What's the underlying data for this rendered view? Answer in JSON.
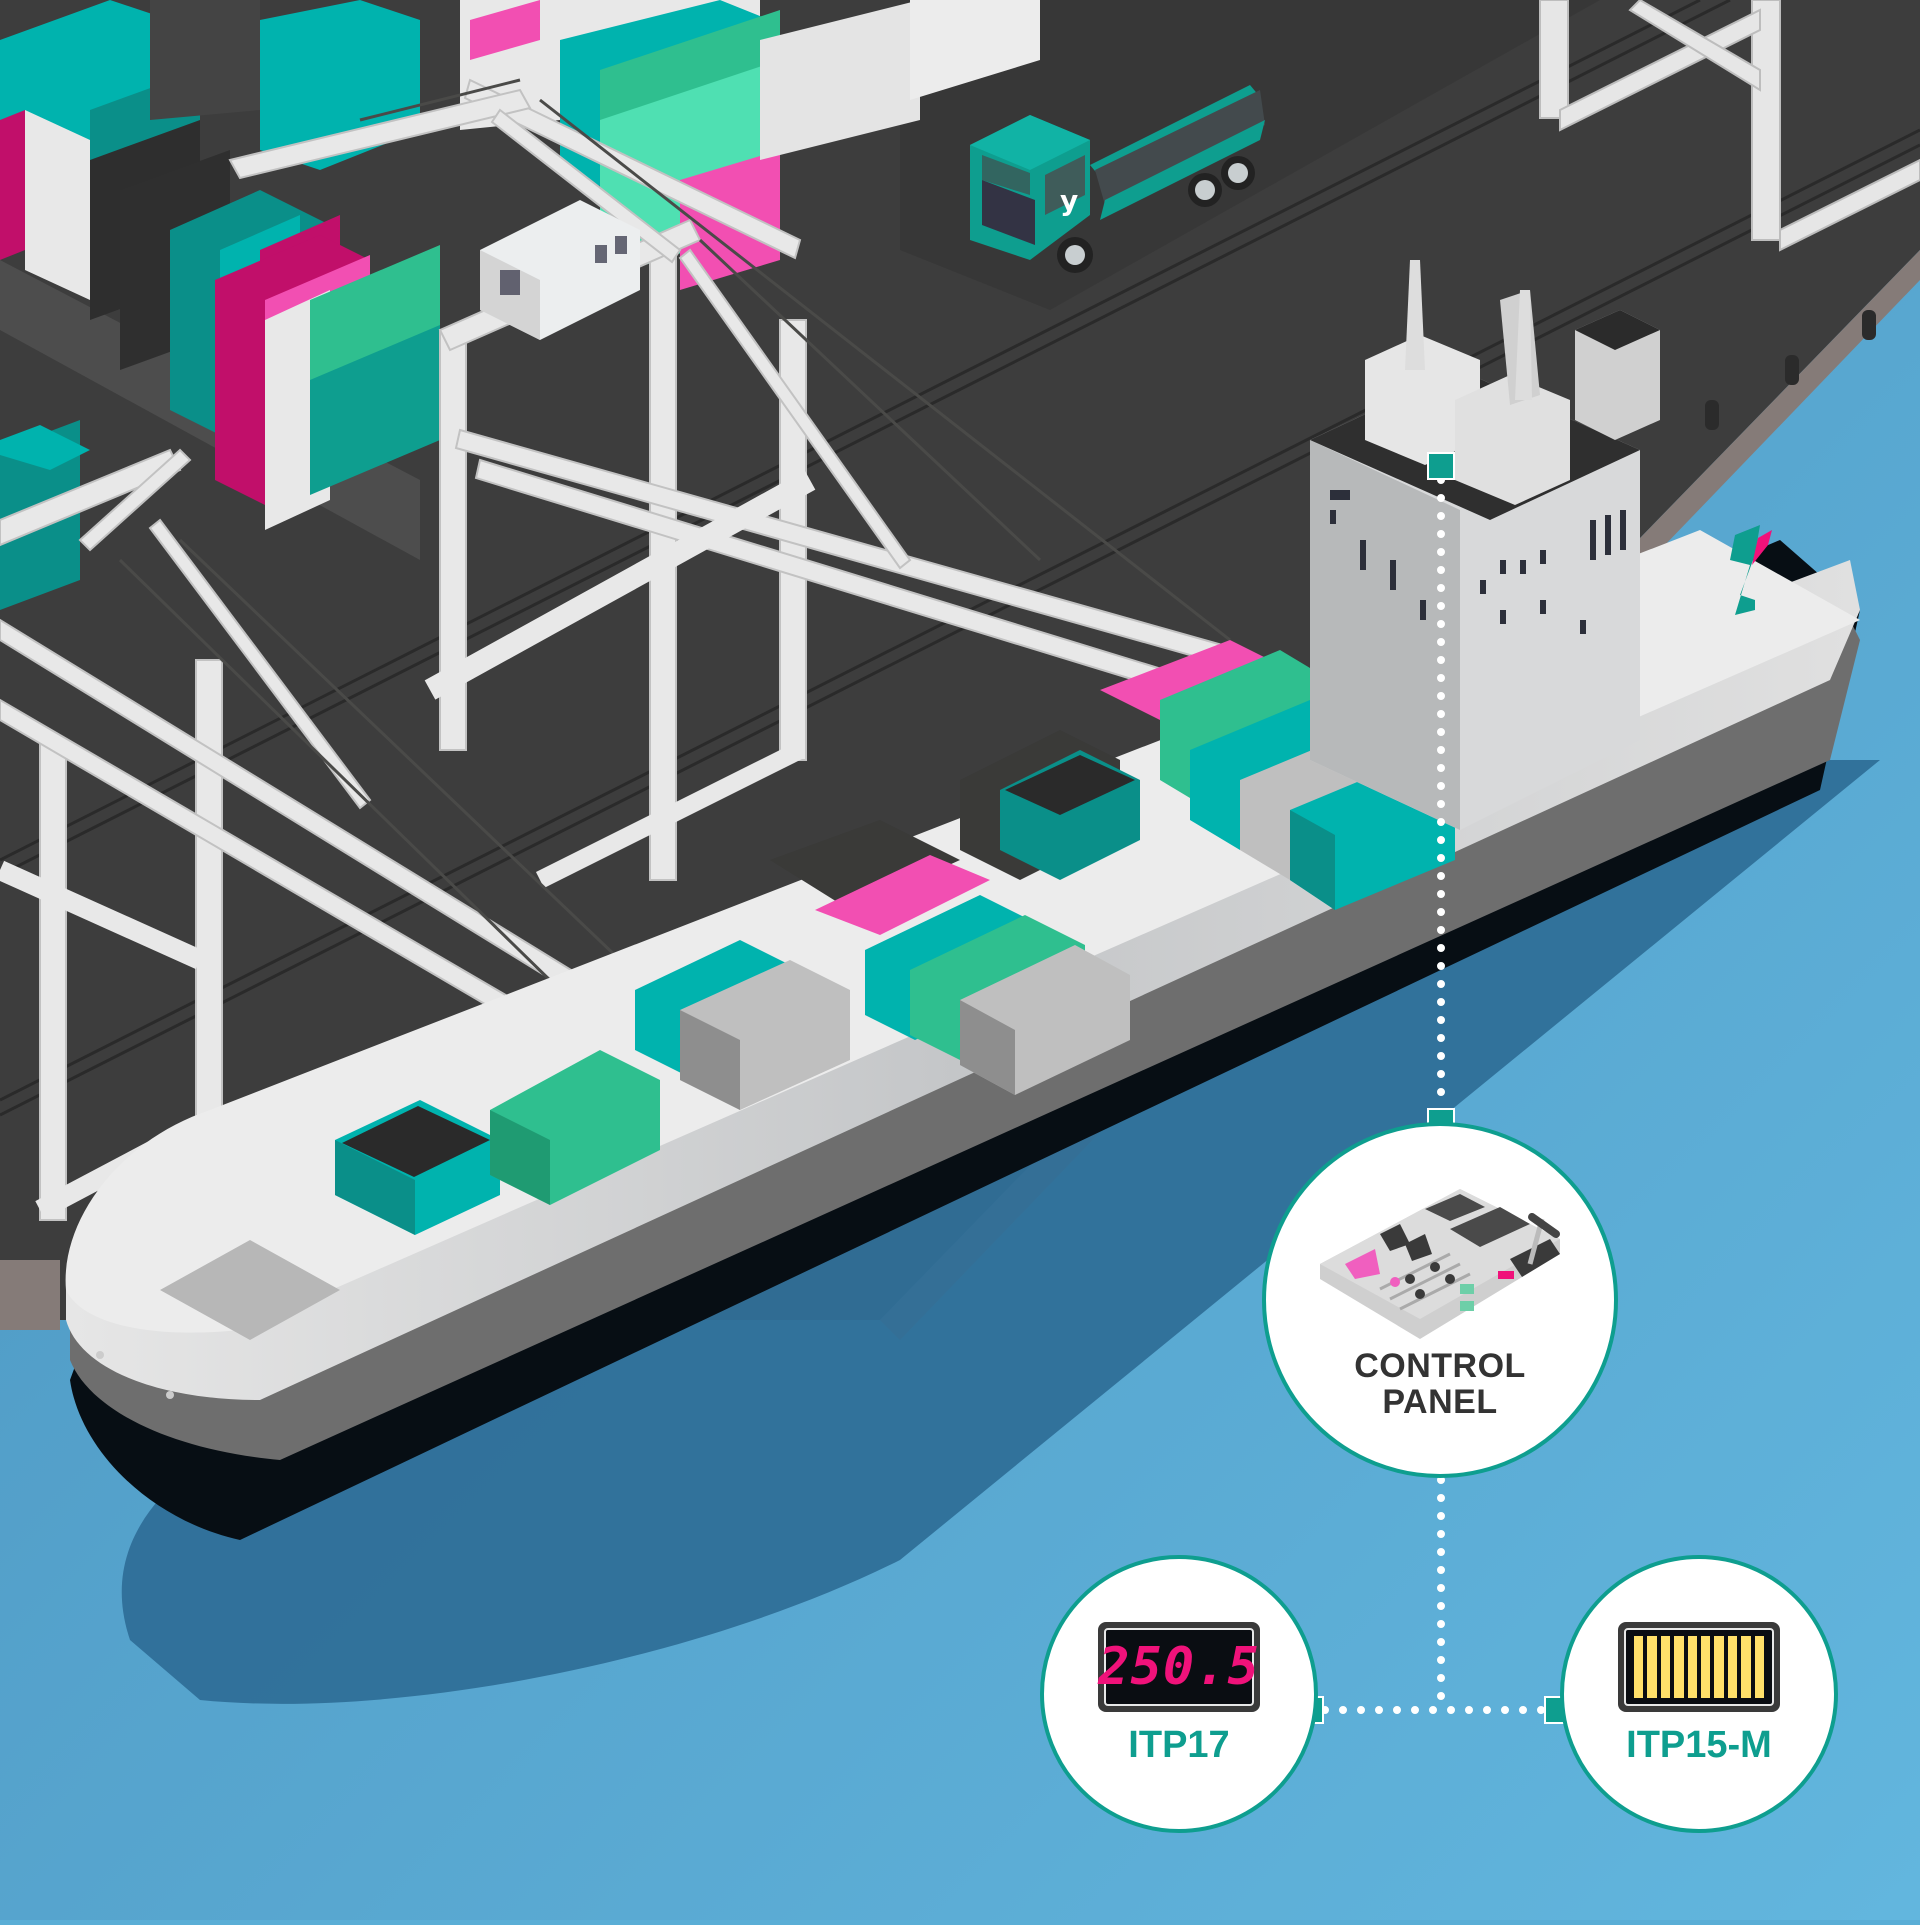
{
  "scene": {
    "description": "Isometric container port illustration: container ship docked beside gantry cranes, truck on the quay, with callout diagram showing ship control panel connected to two instruments",
    "colors": {
      "water": "#5aaed6",
      "water_deep": "#2f6f98",
      "quay": "#3d3d3d",
      "quay_edge": "#857b78",
      "hull_white": "#ececec",
      "hull_gray": "#6e6e6e",
      "hull_black": "#070e14",
      "accent_teal": "#0e9e8f",
      "accent_pink": "#f0127a",
      "container_teal": "#00b3ae",
      "container_green": "#2fbf8f",
      "container_pink": "#f24fb2",
      "container_gray": "#bfbfbf",
      "container_dark": "#3a3a38",
      "connector_dots": "#ffffff"
    },
    "brand_logo": "y-logo (teal with pink stroke) on ship superstructure and truck door"
  },
  "callouts": {
    "control_panel": {
      "label_line1": "CONTROL",
      "label_line2": "PANEL",
      "icon": "control-panel-console-icon"
    },
    "itp17": {
      "label": "ITP17",
      "display_value": "250.5",
      "icon": "digital-panel-meter-icon",
      "display_color": "#f0127a"
    },
    "itp15m": {
      "label": "ITP15-M",
      "icon": "bargraph-indicator-icon",
      "bar_count": 10,
      "bar_color": "#ffe06a"
    }
  }
}
